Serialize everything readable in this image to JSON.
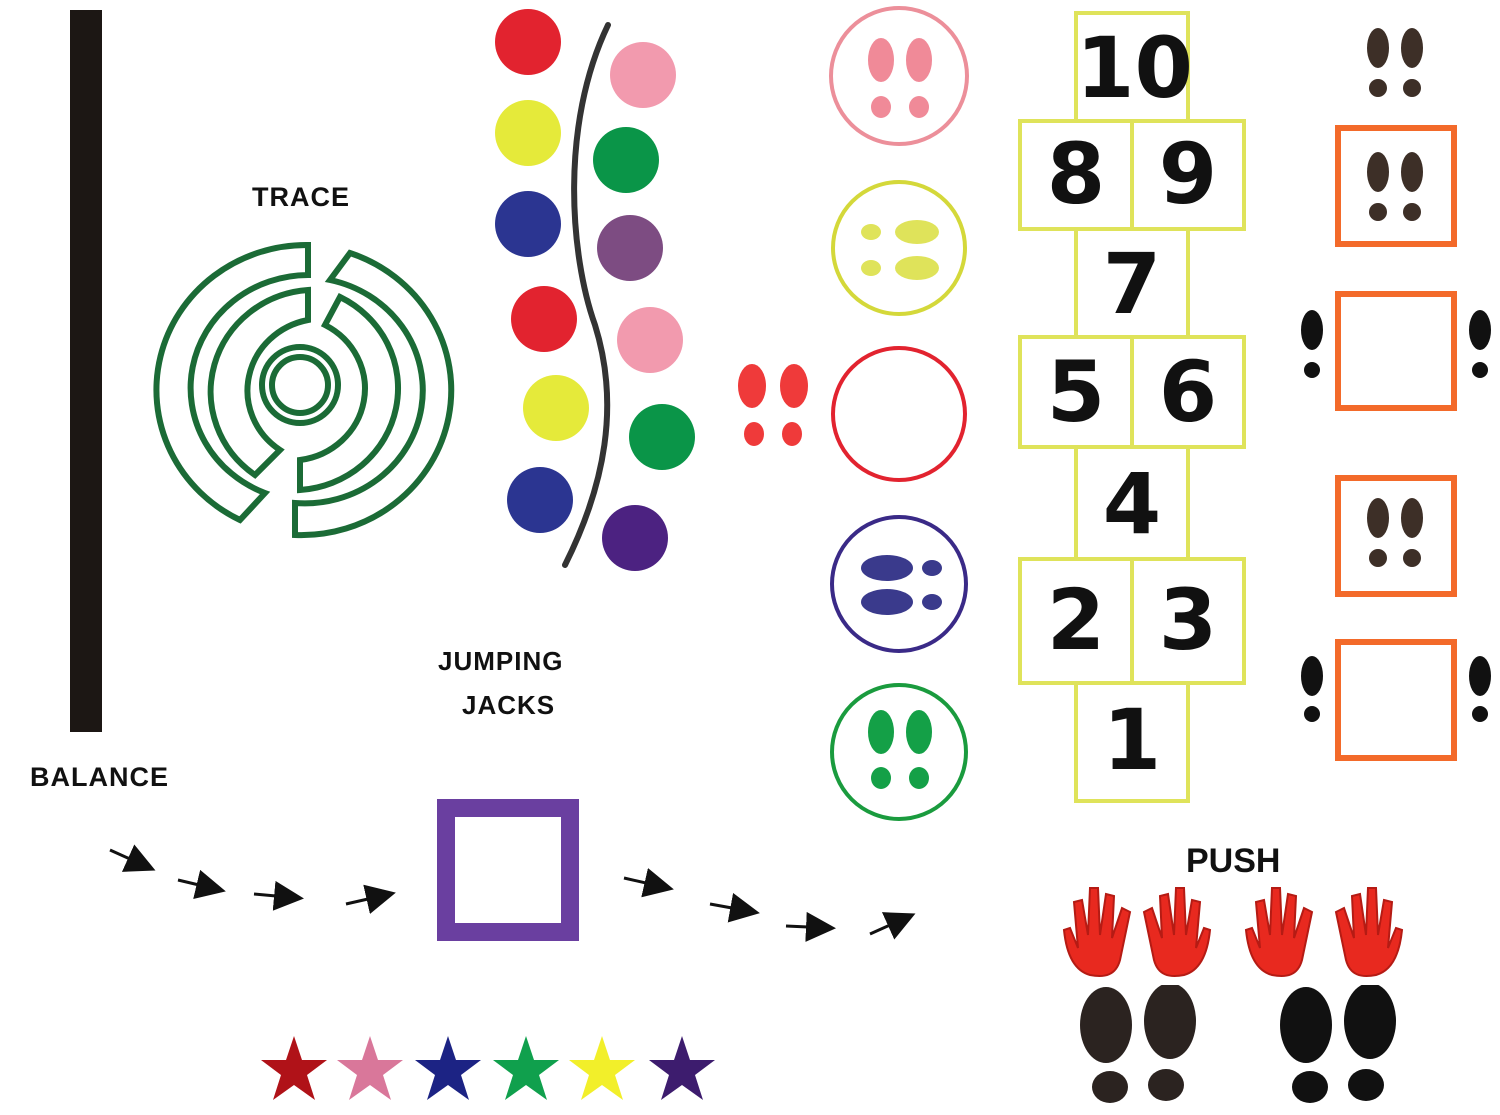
{
  "labels": {
    "trace": "TRACE",
    "balance": "BALANCE",
    "jumping_line1": "JUMPING",
    "jumping_line2": "JACKS",
    "push": "PUSH"
  },
  "hopscotch": [
    "10",
    "8",
    "9",
    "7",
    "5",
    "6",
    "4",
    "2",
    "3",
    "1"
  ],
  "colors": {
    "balance_bar": "#1c1714",
    "maze": "#1b6b36",
    "dot_red": "#e2232f",
    "dot_pink": "#f29aae",
    "dot_yellow": "#e5ea3a",
    "dot_green": "#0a9548",
    "dot_blue": "#2b3591",
    "dot_purple_light": "#7d4c82",
    "dot_purple": "#4c2281",
    "hopscotch_outline": "#dfe35a",
    "orange_square": "#f36a2a",
    "purple_square": "#6a3fa0",
    "hands": "#e8291f",
    "footprints_dark": "#2b2320"
  },
  "stars": [
    "#b01218",
    "#d9779a",
    "#1c2384",
    "#10a04d",
    "#f2ef2a",
    "#3d1c6e"
  ],
  "icons": [
    "arrow-icon",
    "footprints-icon",
    "hand-icon",
    "star-icon"
  ]
}
